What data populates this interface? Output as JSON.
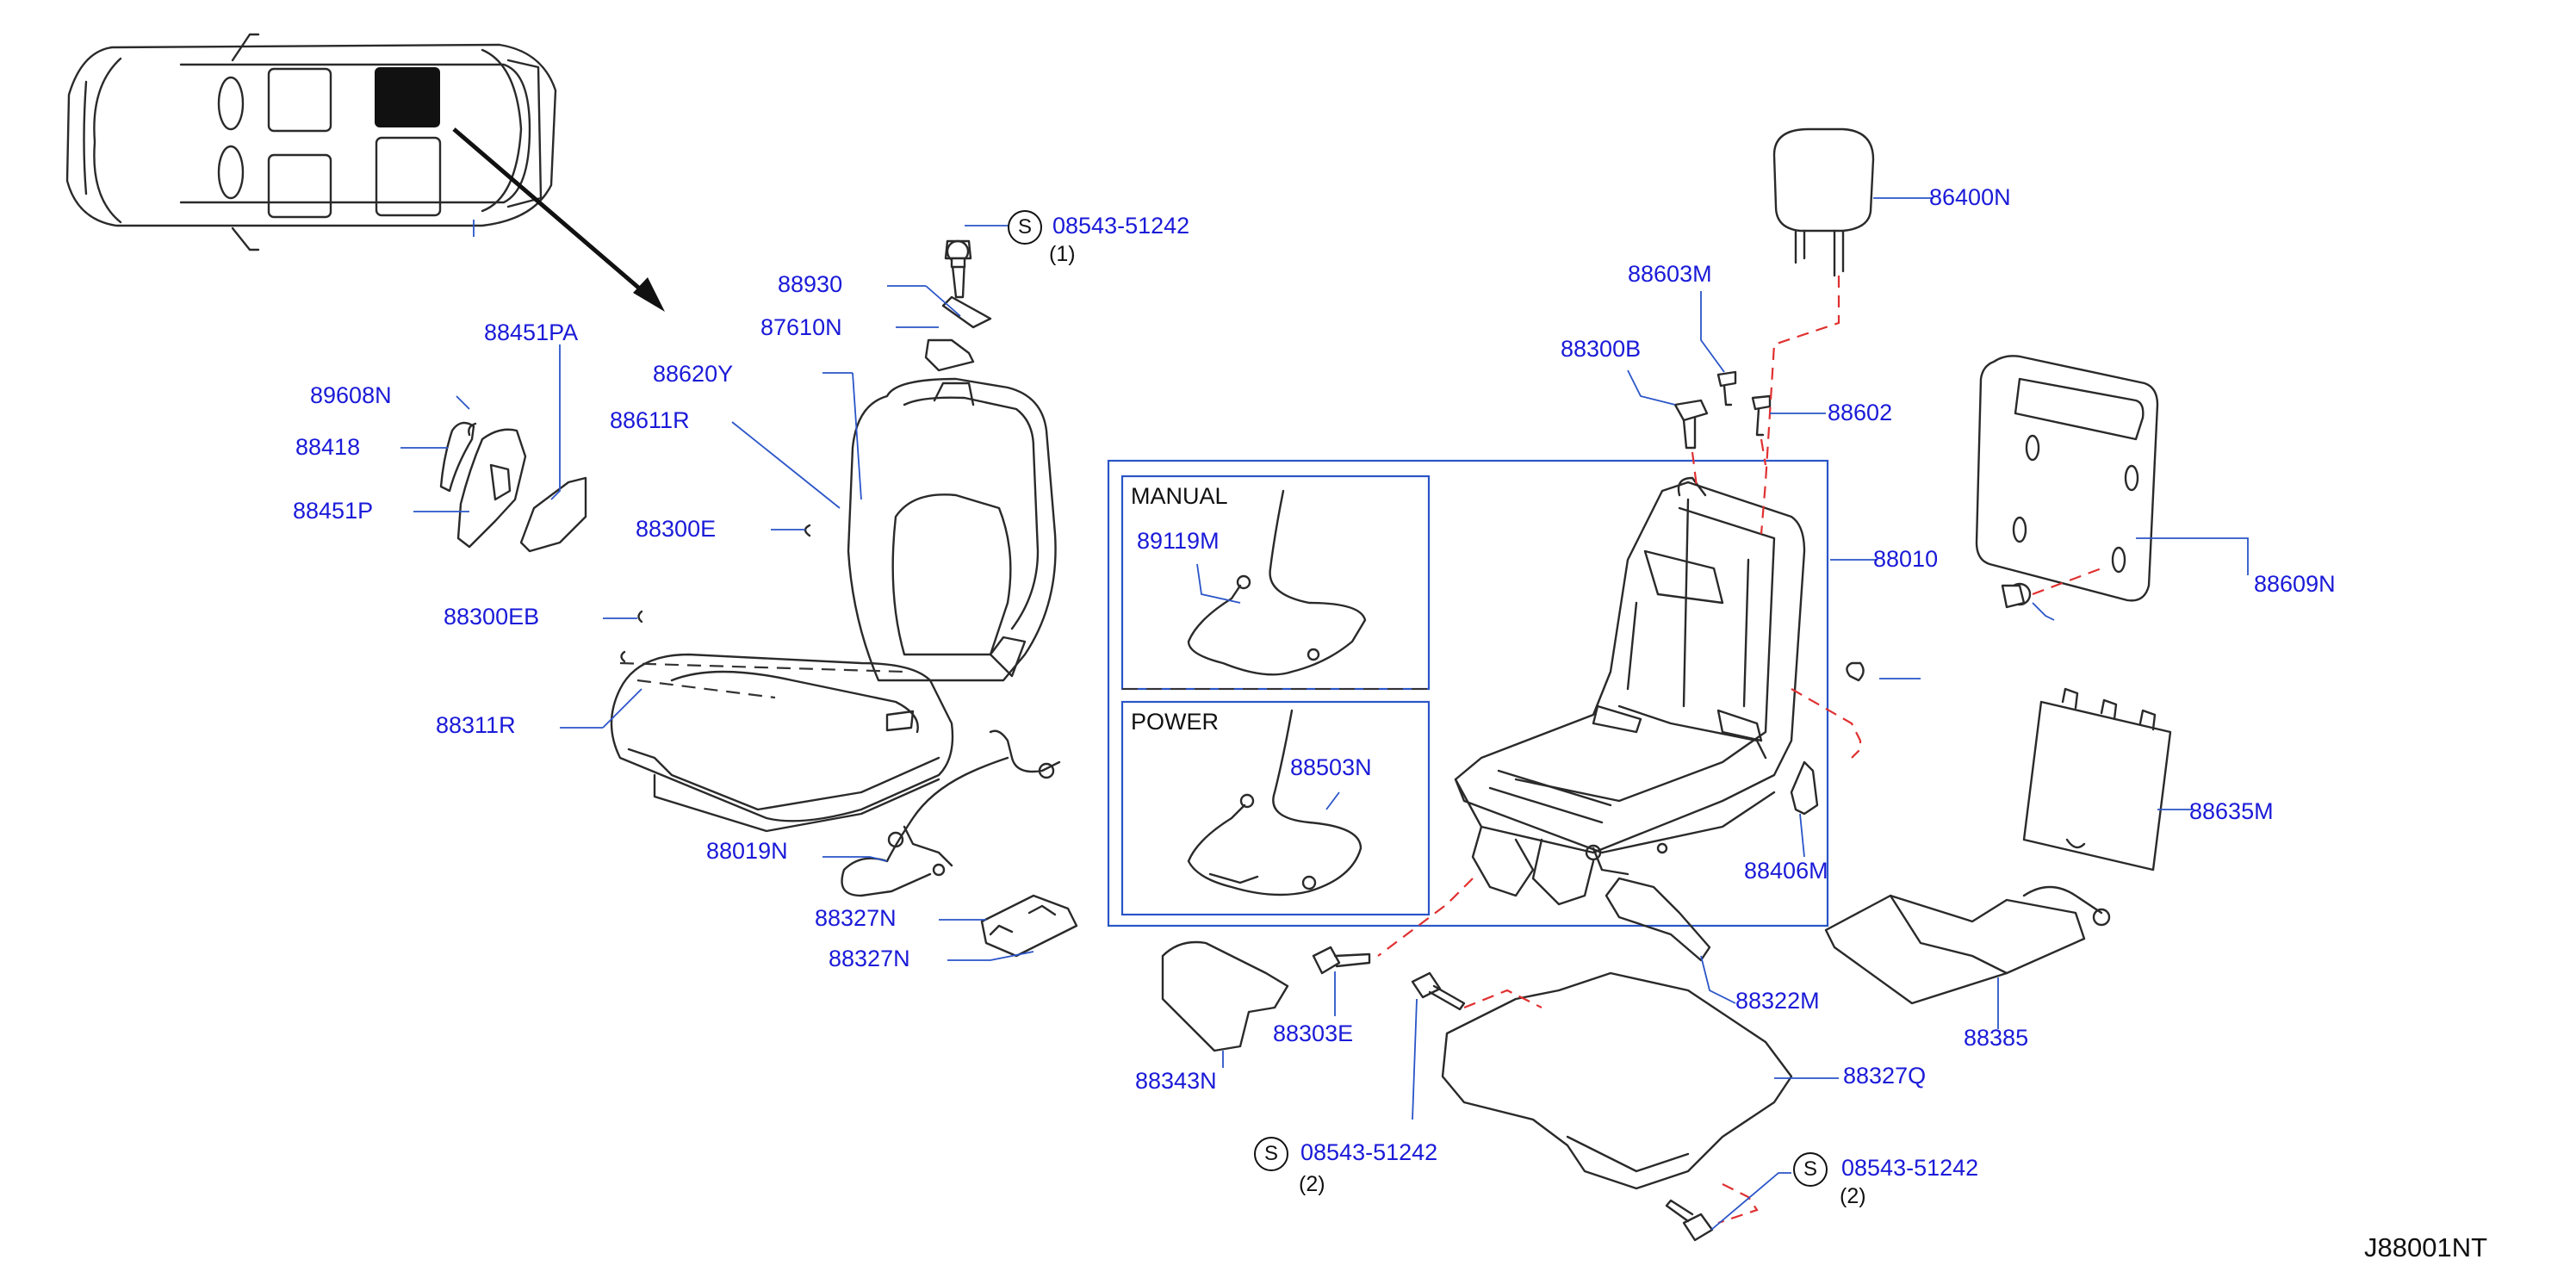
{
  "diagram_code": "J88001NT",
  "part_labels": {
    "p08543_top": "08543-51242",
    "p88930": "88930",
    "p87610N": "87610N",
    "p88451PA": "88451PA",
    "p88620Y": "88620Y",
    "p89608N": "89608N",
    "p88611R": "88611R",
    "p88418": "88418",
    "p88451P": "88451P",
    "p88300E": "88300E",
    "p88300EB": "88300EB",
    "p88311R": "88311R",
    "p88019N": "88019N",
    "p88327N_a": "88327N",
    "p88327N_b": "88327N",
    "p89119M": "89119M",
    "p88503N": "88503N",
    "p86400N": "86400N",
    "p88603M": "88603M",
    "p88300B": "88300B",
    "p88602": "88602",
    "p88010": "88010",
    "p88609N": "88609N",
    "p88406M": "88406M",
    "p88635M": "88635M",
    "p88322M": "88322M",
    "p88385": "88385",
    "p88303E": "88303E",
    "p88343N": "88343N",
    "p88327Q": "88327Q",
    "p08543_mid": "08543-51242",
    "p08543_bot": "08543-51242"
  },
  "quantities": {
    "top": "(1)",
    "mid": "(2)",
    "bot": "(2)"
  },
  "screw_symbol": "S",
  "inset_titles": {
    "manual": "MANUAL",
    "power": "POWER"
  },
  "colors": {
    "label": "#1a1ad8",
    "leader": "#2a55c8",
    "line": "#2a2a2a",
    "hidden_line": "#e03030"
  }
}
